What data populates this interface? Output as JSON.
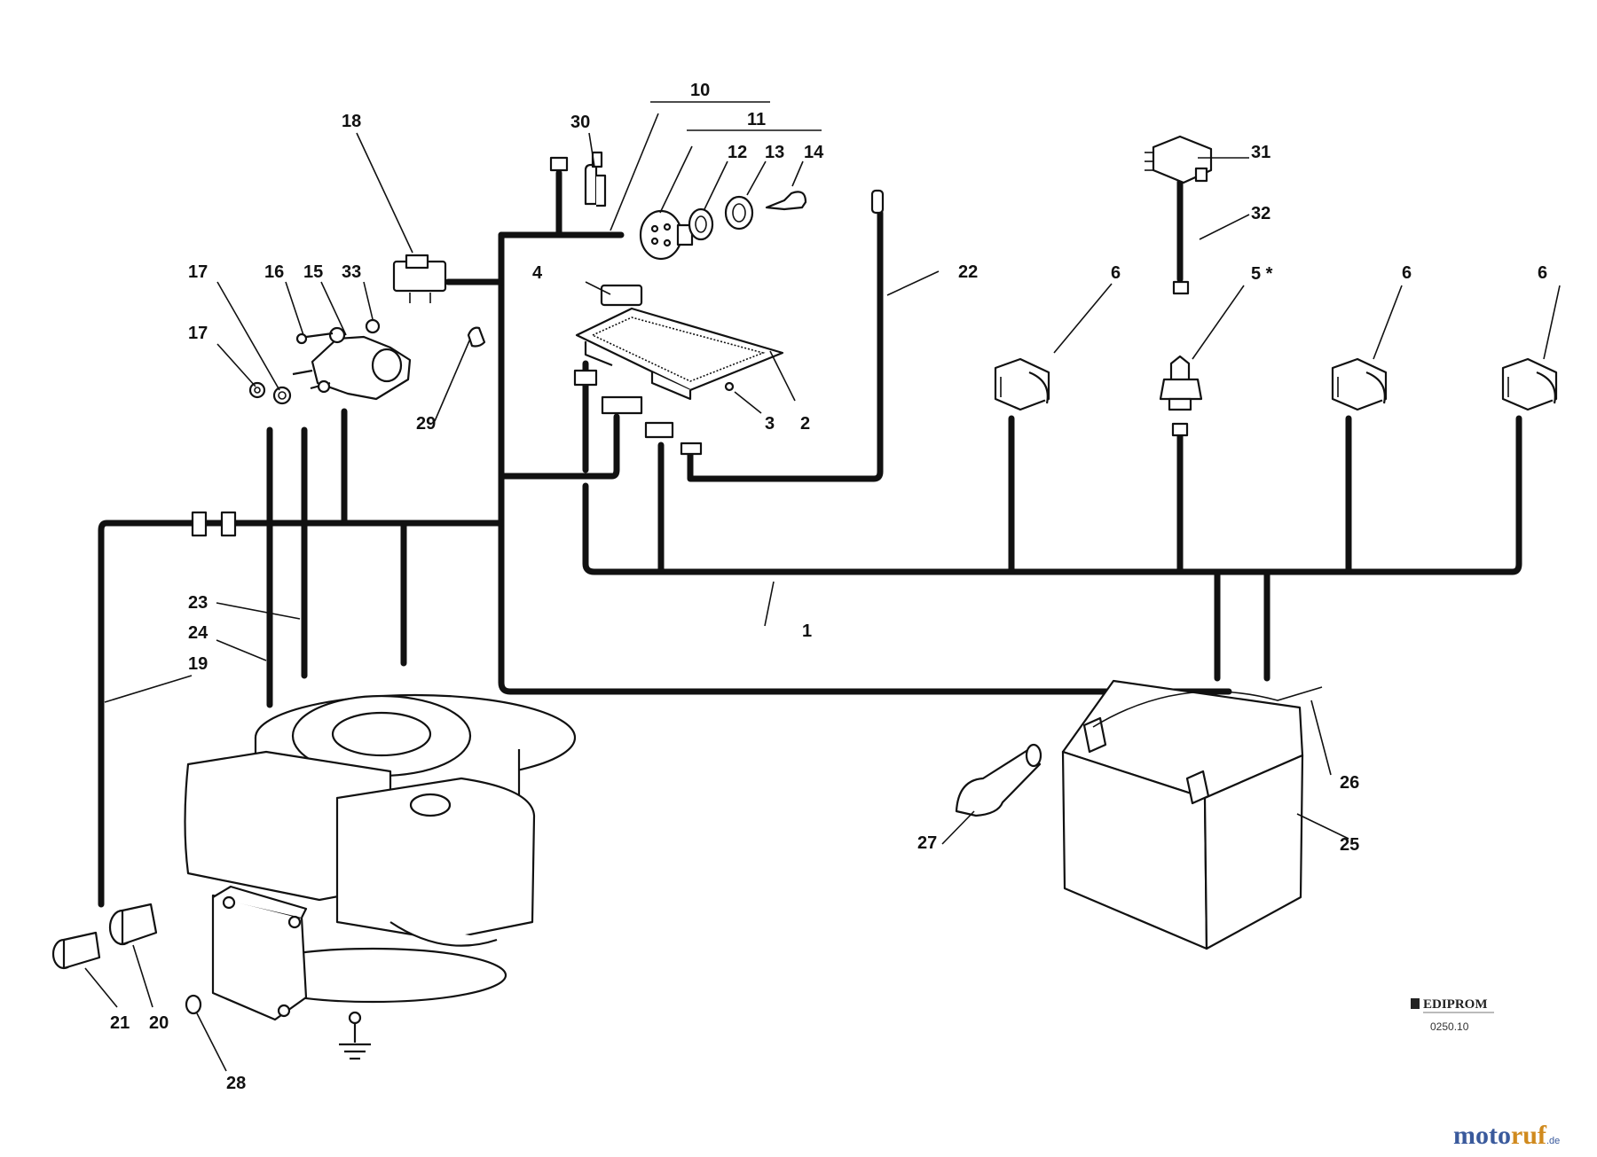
{
  "callouts": {
    "c1": "1",
    "c2": "2",
    "c3": "3",
    "c4": "4",
    "c5": "5 *",
    "c6a": "6",
    "c6b": "6",
    "c6c": "6",
    "c10": "10",
    "c11": "11",
    "c12": "12",
    "c13": "13",
    "c14": "14",
    "c15": "15",
    "c16": "16",
    "c17a": "17",
    "c17b": "17",
    "c18": "18",
    "c19": "19",
    "c20": "20",
    "c21": "21",
    "c22": "22",
    "c23": "23",
    "c24": "24",
    "c25": "25",
    "c26": "26",
    "c27": "27",
    "c28": "28",
    "c29": "29",
    "c30": "30",
    "c31": "31",
    "c32": "32",
    "c33": "33"
  },
  "publisher_logo": "EDIPROM",
  "drawing_code": "0250.10",
  "watermark": {
    "brand_part1": "moto",
    "brand_part2": "ruf",
    "suffix": ".de"
  }
}
